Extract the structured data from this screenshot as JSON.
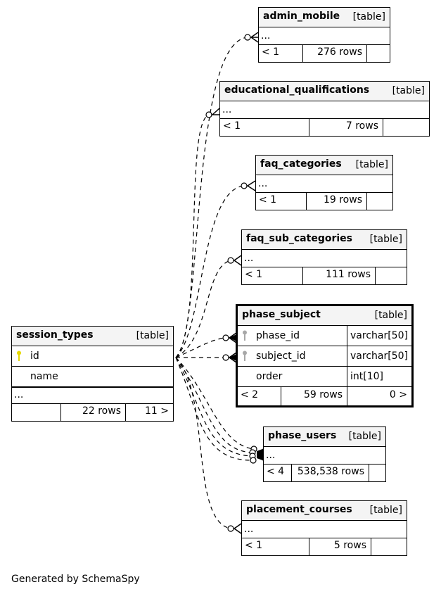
{
  "focus_table": {
    "name": "session_types",
    "type": "[table]",
    "columns": [
      {
        "name": "id",
        "key": "primary"
      },
      {
        "name": "name",
        "key": ""
      }
    ],
    "more": "...",
    "parents": "",
    "rows": "22 rows",
    "children": "11 >"
  },
  "related_tables": [
    {
      "name": "admin_mobile",
      "type": "[table]",
      "more": "...",
      "parents": "< 1",
      "rows": "276 rows",
      "children": ""
    },
    {
      "name": "educational_qualifications",
      "type": "[table]",
      "more": "...",
      "parents": "< 1",
      "rows": "7 rows",
      "children": ""
    },
    {
      "name": "faq_categories",
      "type": "[table]",
      "more": "...",
      "parents": "< 1",
      "rows": "19 rows",
      "children": ""
    },
    {
      "name": "faq_sub_categories",
      "type": "[table]",
      "more": "...",
      "parents": "< 1",
      "rows": "111 rows",
      "children": ""
    },
    {
      "name": "phase_users",
      "type": "[table]",
      "more": "...",
      "parents": "< 4",
      "rows": "538,538 rows",
      "children": ""
    },
    {
      "name": "placement_courses",
      "type": "[table]",
      "more": "...",
      "parents": "< 1",
      "rows": "5 rows",
      "children": ""
    }
  ],
  "phase_subject": {
    "name": "phase_subject",
    "type": "[table]",
    "columns": [
      {
        "name": "phase_id",
        "datatype": "varchar[50]",
        "key": "foreign"
      },
      {
        "name": "subject_id",
        "datatype": "varchar[50]",
        "key": "foreign"
      },
      {
        "name": "order",
        "datatype": "int[10]",
        "key": ""
      }
    ],
    "parents": "< 2",
    "rows": "59 rows",
    "children": "0 >"
  },
  "footer": "Generated by SchemaSpy",
  "colors": {
    "primary_key": "#e6d800",
    "foreign_key": "#a8a8a8",
    "header_bg": "#f4f4f4"
  }
}
